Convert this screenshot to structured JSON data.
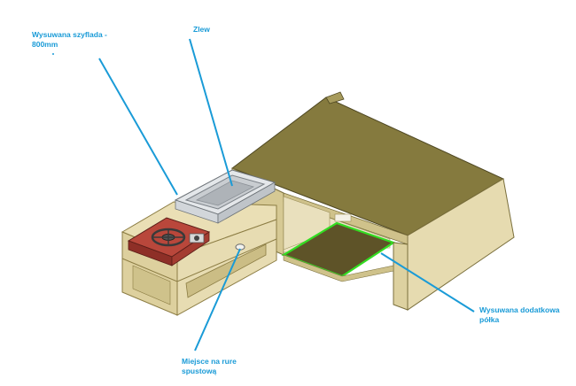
{
  "annotations": {
    "drawer": {
      "line1": "Wysuwana szyflada -",
      "line2": "800mm"
    },
    "sink": {
      "line1": "Zlew"
    },
    "extra_shelf": {
      "line1": "Wysuwana dodatkowa",
      "line2": "półka"
    },
    "drain_pipe": {
      "line1": "Miejsce na rure",
      "line2": "spustową"
    }
  },
  "colors": {
    "callout": "#1a9bd7",
    "wood_top": "#e8dcb0",
    "wood_front": "#dccf9e",
    "wood_dark": "#8c7d44",
    "cabinet_top": "#857a3e",
    "shelf_highlight": "#33dd22",
    "stove": "#b9473b",
    "sink_steel": "#c9cdd1"
  }
}
